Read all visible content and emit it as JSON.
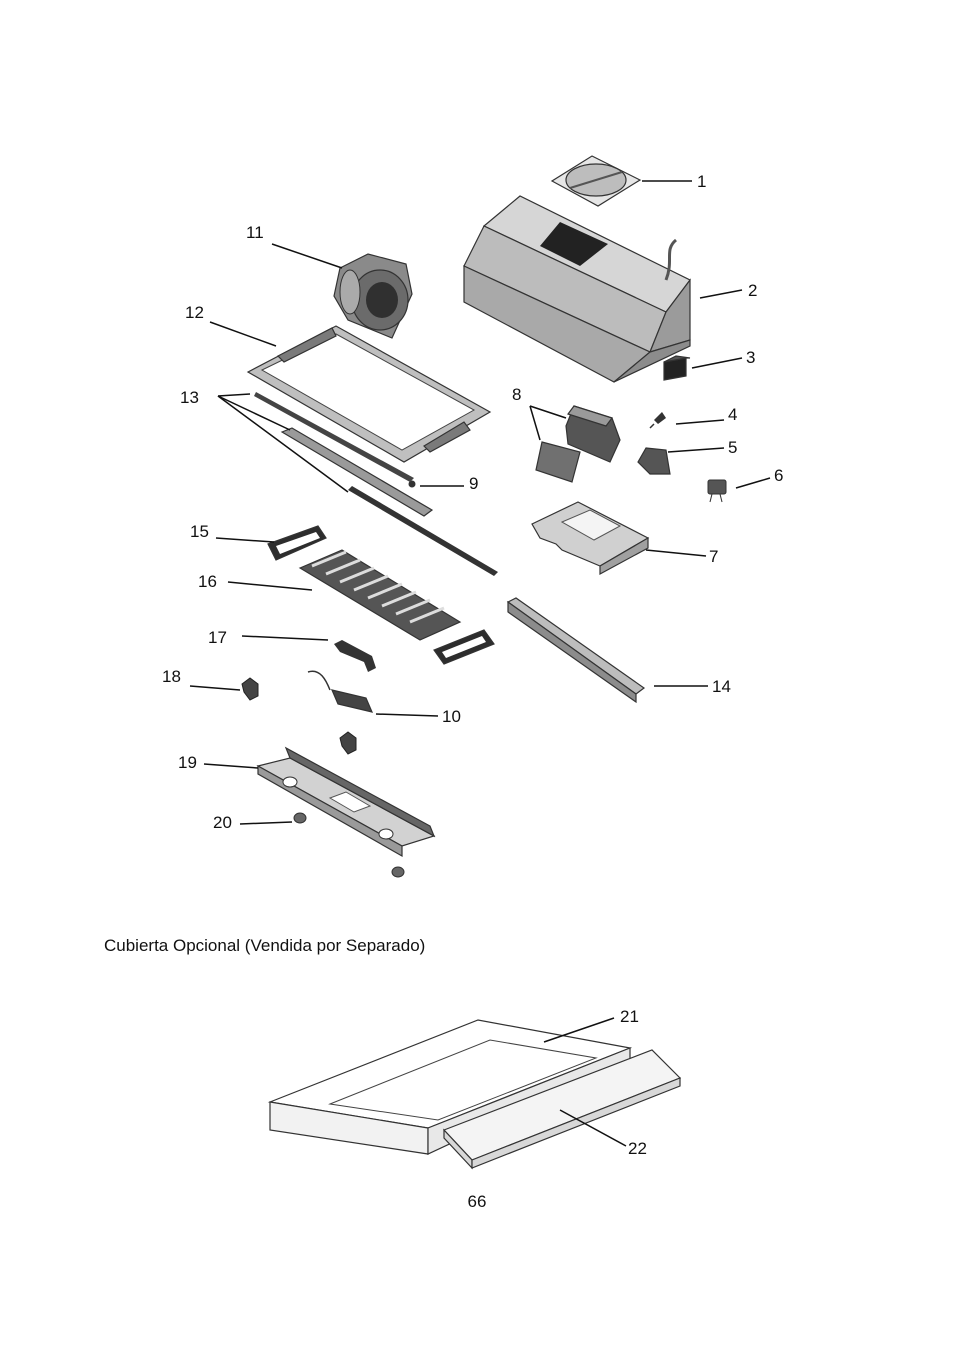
{
  "callouts": {
    "c1": "1",
    "c2": "2",
    "c3": "3",
    "c4": "4",
    "c5": "5",
    "c6": "6",
    "c7": "7",
    "c8": "8",
    "c9": "9",
    "c10": "10",
    "c11": "11",
    "c12": "12",
    "c13": "13",
    "c14": "14",
    "c15": "15",
    "c16": "16",
    "c17": "17",
    "c18": "18",
    "c19": "19",
    "c20": "20",
    "c21": "21",
    "c22": "22"
  },
  "caption": "Cubierta Opcional (Vendida por Separado)",
  "page_number": "66"
}
